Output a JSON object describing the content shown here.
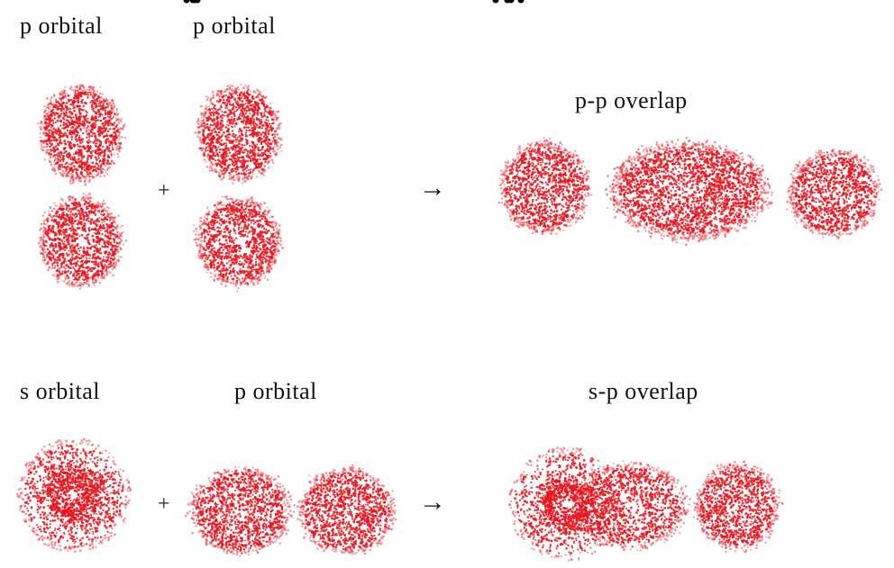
{
  "top_row": {
    "label_1": "p orbital",
    "label_2": "p orbital",
    "result_label": "p-p overlap",
    "plus": "+",
    "arrow": "→"
  },
  "bottom_row": {
    "label_1": "s orbital",
    "label_2": "p orbital",
    "result_label": "s-p overlap",
    "plus": "+",
    "arrow": "→"
  },
  "colors": {
    "cloud": "#e8131c",
    "nucleus": "#000000",
    "background": "#ffffff"
  }
}
